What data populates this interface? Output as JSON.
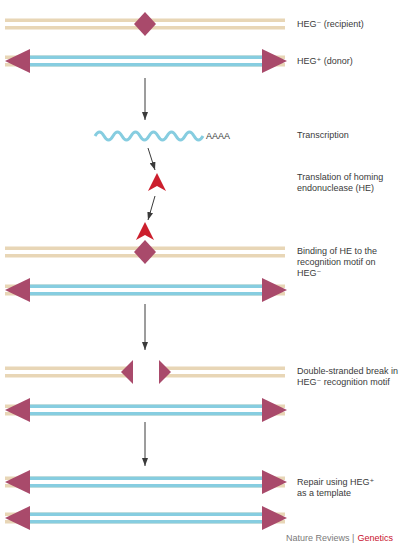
{
  "diagram": {
    "nodes": [
      {
        "text": [
          "HEG⁻ (recipient)"
        ]
      },
      {
        "text": [
          "HEG⁺ (donor)"
        ]
      },
      {
        "text": [
          "AAAA",
          "Transcription"
        ]
      },
      {
        "text": [
          "Translation of homing endonuclease (HE)"
        ]
      },
      {
        "text": [
          "Binding of HE to the recognition motif on HEG⁻"
        ]
      },
      {
        "text": [
          "Double-stranded break in HEG⁻ recognition motif"
        ]
      },
      {
        "text": [
          "Repair using HEG⁺ as a template"
        ]
      }
    ],
    "edges": [
      {
        "from": 1,
        "to": 2,
        "arrow": "to"
      },
      {
        "from": 2,
        "to": 3,
        "arrow": "to"
      },
      {
        "from": 3,
        "to": 4,
        "arrow": "to"
      },
      {
        "from": 4,
        "to": 5,
        "arrow": "to"
      },
      {
        "from": 5,
        "to": 6,
        "arrow": "to"
      }
    ],
    "labels": [
      "Nature Reviews |",
      "Genetics"
    ]
  }
}
